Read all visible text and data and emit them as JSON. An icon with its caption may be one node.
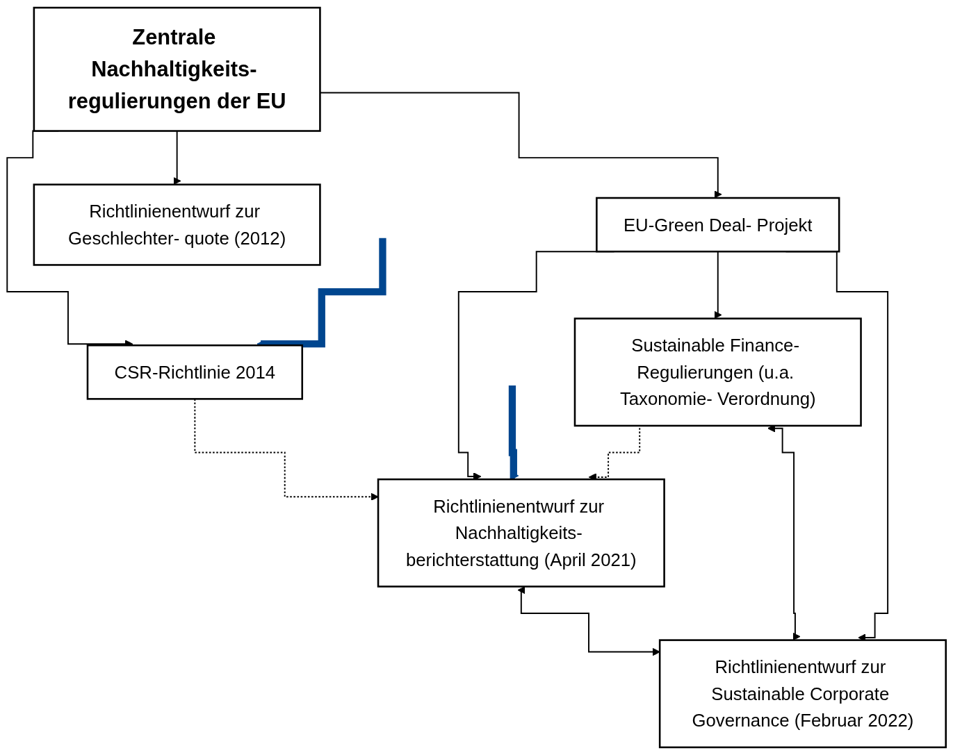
{
  "diagram": {
    "nodes": [
      {
        "text": [
          "Zentrale Nachhaltigkeits- regulierungen der EU"
        ]
      },
      {
        "text": [
          "CSR-Richtlinie 2014"
        ]
      },
      {
        "text": [
          "Richtlinienentwurf zur Geschlechter- quote (2012)"
        ]
      },
      {
        "text": [
          "EU-Green Deal- Projekt"
        ]
      },
      {
        "text": [
          "Richtlinienentwurf zur Nachhaltigkeits- berichterstattung (April 2021)"
        ]
      },
      {
        "text": [
          "Sustainable Finance- Regulierungen (u.a. Taxonomie- Verordnung)"
        ]
      },
      {
        "text": [
          "Richtlinienentwurf zur Sustainable Corporate Governance (Februar 2022)"
        ]
      }
    ],
    "edges": [
      {
        "from": 0,
        "to": 1,
        "arrow": "to"
      },
      {
        "from": 0,
        "to": 2,
        "arrow": "to"
      },
      {
        "from": 0,
        "to": 3,
        "arrow": "to"
      },
      {
        "from": 1,
        "to": 4,
        "arrow": "to",
        "style": "dashed"
      },
      {
        "from": 3,
        "to": 4,
        "arrow": "to"
      },
      {
        "from": 3,
        "to": 5,
        "arrow": "to"
      },
      {
        "from": 3,
        "to": 6,
        "arrow": "to"
      },
      {
        "from": 5,
        "to": 4,
        "arrow": "to",
        "style": "dashed"
      },
      {
        "from": 4,
        "to": 6,
        "arrow": "both"
      },
      {
        "from": 5,
        "to": 6,
        "arrow": "both"
      },
      {
        "from": null,
        "to": 1,
        "arrow": "to",
        "style": "thick",
        "color": "#00468f"
      },
      {
        "from": null,
        "to": 4,
        "arrow": "to",
        "style": "thick",
        "color": "#00468f"
      }
    ]
  }
}
